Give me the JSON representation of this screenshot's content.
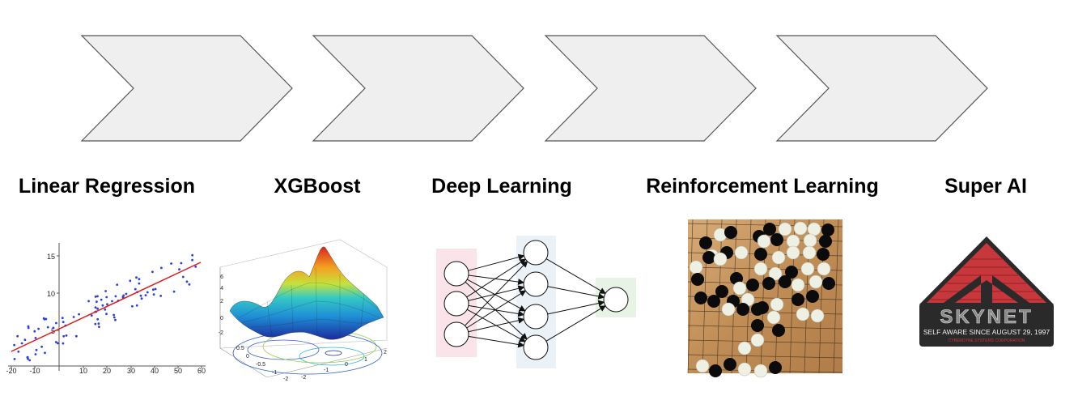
{
  "stages": [
    {
      "label": "Linear Regression"
    },
    {
      "label": "XGBoost"
    },
    {
      "label": "Deep Learning"
    },
    {
      "label": "Reinforcement Learning"
    },
    {
      "label": "Super AI"
    }
  ],
  "colors": {
    "chevron_fill": "#efefef",
    "chevron_stroke": "#555555",
    "scatter_point": "#2a3fe0",
    "regression_line": "#e01b1b",
    "nn_input_band": "#fbe3ea",
    "nn_hidden_band": "#eaf2f7",
    "nn_output_band": "#e7f3e4",
    "board_wood": "#c99a63",
    "skynet_red": "#c8373c"
  },
  "regression_plot": {
    "x_ticks": [
      "-20",
      "-10",
      "10",
      "20",
      "30",
      "40",
      "50",
      "60"
    ],
    "y_ticks": [
      "15",
      "10",
      "5"
    ]
  },
  "surface_plot": {
    "z_ticks": [
      "6",
      "4",
      "2",
      "0",
      "-2"
    ],
    "x_ticks": [
      "-2",
      "-1",
      "0",
      "1",
      "2"
    ],
    "y_ticks": [
      "0.5",
      "0",
      "-0.5",
      "-1",
      "-2"
    ]
  },
  "neural_net": {
    "layers": [
      3,
      4,
      1
    ]
  },
  "skynet_logo": {
    "name": "SKYNET",
    "tagline": "SELF AWARE SINCE AUGUST 29, 1997",
    "company": "CYBERDYNE SYSTEMS CORPORATION"
  }
}
